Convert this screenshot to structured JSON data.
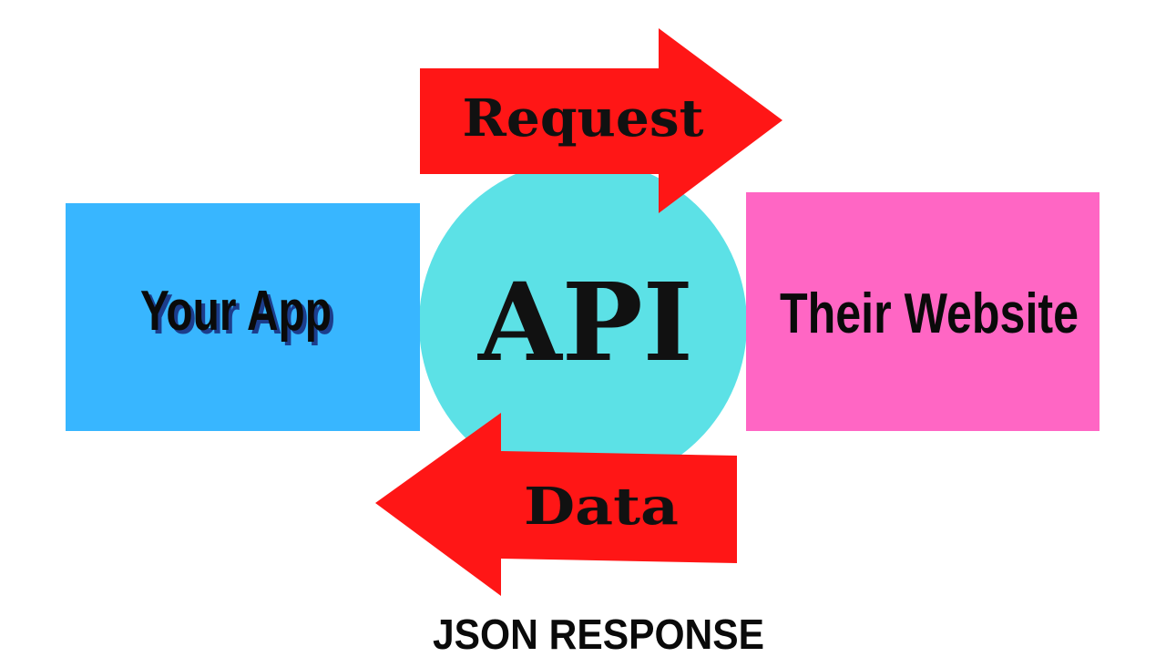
{
  "diagram": {
    "left_box": {
      "label": "Your App",
      "fill": "#38b6ff",
      "text_color": "#0a0a0a",
      "shadow_color": "#1c3d8c"
    },
    "right_box": {
      "label": "Their Website",
      "fill": "#ff66c4",
      "text_color": "#0a0a0a"
    },
    "center_circle": {
      "label": "API",
      "fill": "#5ce1e6",
      "text_color": "#111111"
    },
    "request_arrow": {
      "label": "Request",
      "direction": "right",
      "fill": "#ff1616",
      "text_color": "#111111"
    },
    "data_arrow": {
      "label": "Data",
      "direction": "left",
      "fill": "#ff1616",
      "text_color": "#111111"
    },
    "caption": {
      "text": "JSON RESPONSE",
      "text_color": "#0a0a0a"
    }
  }
}
